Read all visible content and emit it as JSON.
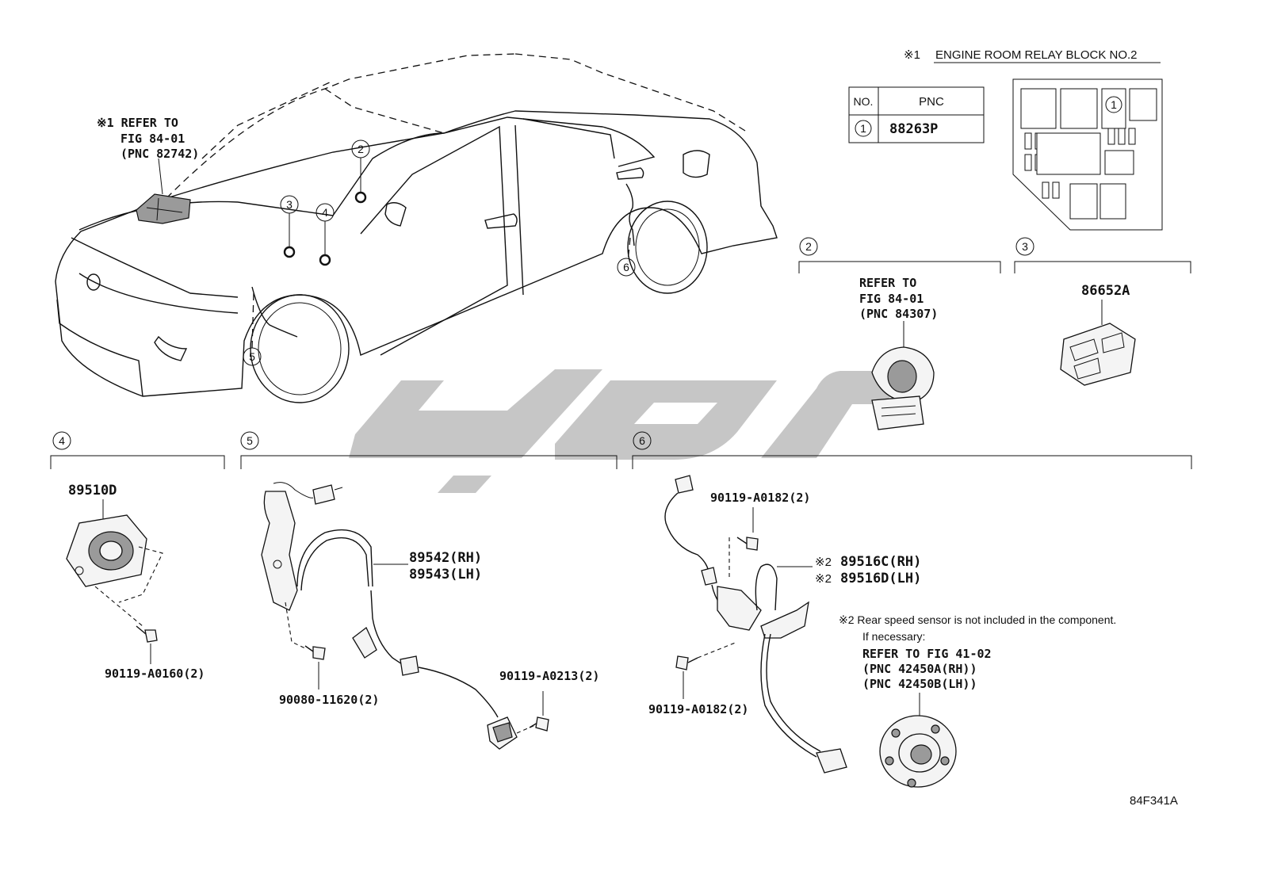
{
  "relay_block": {
    "title_mark": "※1",
    "title": "ENGINE ROOM RELAY BLOCK NO.2",
    "table_header_no": "NO.",
    "table_header_pnc": "PNC",
    "row_no": "1",
    "row_pnc": "88263P",
    "callout": "1"
  },
  "car_view": {
    "refer_note": [
      "※1 REFER TO",
      "FIG 84-01",
      "(PNC 82742)"
    ],
    "callouts": [
      "2",
      "3",
      "4",
      "5",
      "6"
    ]
  },
  "section2": {
    "id": "2",
    "refer": [
      "REFER TO",
      "FIG 84-01",
      "(PNC 84307)"
    ]
  },
  "section3": {
    "id": "3",
    "part": "86652A"
  },
  "section4": {
    "id": "4",
    "part": "89510D",
    "bolt": "90119-A0160(2)"
  },
  "section5": {
    "id": "5",
    "part_rh": "89542(RH)",
    "part_lh": "89543(LH)",
    "bolt_a": "90080-11620(2)",
    "bolt_b": "90119-A0213(2)"
  },
  "section6": {
    "id": "6",
    "bolt_top": "90119-A0182(2)",
    "part_rh_mark": "※2",
    "part_rh": "89516C(RH)",
    "part_lh_mark": "※2",
    "part_lh": "89516D(LH)",
    "bolt_bottom": "90119-A0182(2)",
    "note_line1": "※2 Rear speed sensor is not included in the component.",
    "note_line2": "If necessary:",
    "refer": [
      "REFER TO FIG 41-02",
      "(PNC 42450A(RH))",
      "(PNC 42450B(LH))"
    ]
  },
  "figure_code": "84F341A",
  "watermark_icon": "brand-logo"
}
